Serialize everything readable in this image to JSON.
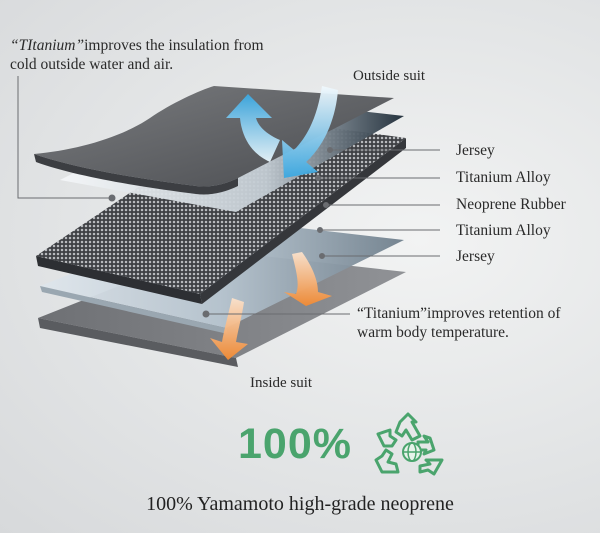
{
  "notes": {
    "top_title": "“TItanium”",
    "top_rest": "improves the insulation from",
    "top_line2": "cold outside water and air.",
    "bottom_line1": "“Titanium”improves retention of",
    "bottom_line2": "warm body temperature."
  },
  "labels": {
    "outside": "Outside suit",
    "inside": "Inside suit"
  },
  "layers": [
    "Jersey",
    "Titanium Alloy",
    "Neoprene Rubber",
    "Titanium Alloy",
    "Jersey"
  ],
  "badge": {
    "percent": "100%",
    "caption": "100% Yamamoto high-grade neoprene"
  },
  "icons": {
    "arrow_out": "blue-arrow-icon",
    "arrow_in": "orange-arrow-icon",
    "recycle": "recycle-icon"
  },
  "colors": {
    "accent_green": "#4aa46d",
    "arrow_blue": "#4fb8e6",
    "arrow_orange": "#f39a4a"
  }
}
